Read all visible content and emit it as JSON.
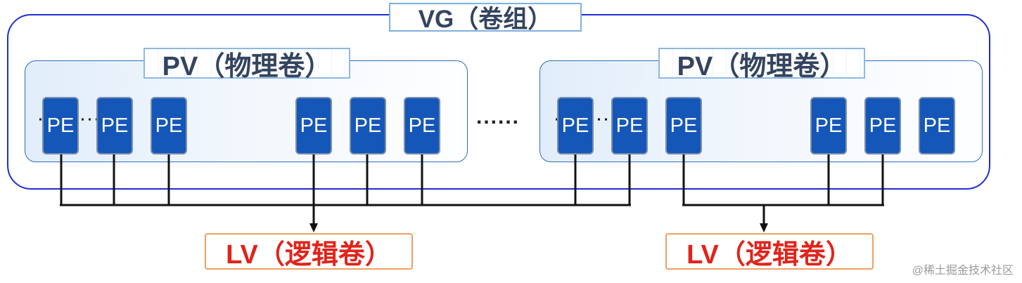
{
  "vg": {
    "label": "VG（卷组）"
  },
  "pvs": [
    {
      "label": "PV（物理卷）",
      "pes": [
        "PE",
        "PE",
        "PE",
        "PE",
        "PE",
        "PE"
      ]
    },
    {
      "label": "PV（物理卷）",
      "pes": [
        "PE",
        "PE",
        "PE",
        "PE",
        "PE",
        "PE"
      ]
    }
  ],
  "between": {
    "ellipsis": "......"
  },
  "lvs": [
    {
      "label": "LV（逻辑卷）"
    },
    {
      "label": "LV（逻辑卷）"
    }
  ],
  "watermark": "@稀土掘金技术社区",
  "colors": {
    "vg_border": "#1f2fd0",
    "pe_fill": "#1557b8",
    "lv_text": "#e0241b",
    "lv_border": "#f0a060"
  }
}
